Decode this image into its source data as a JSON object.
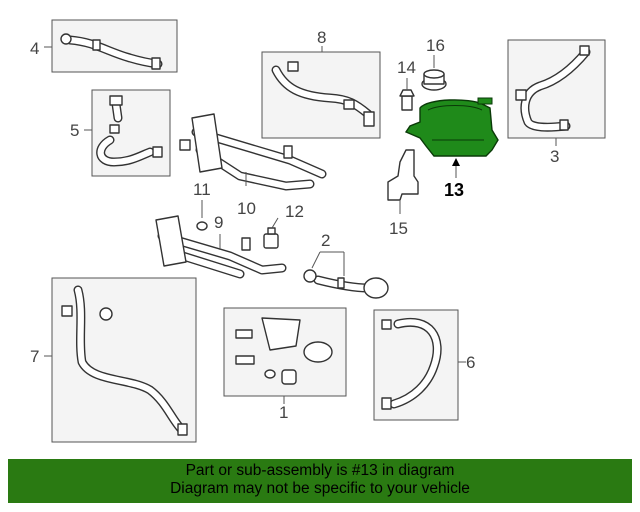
{
  "diagram": {
    "callouts": {
      "c1": "1",
      "c2": "2",
      "c3": "3",
      "c4": "4",
      "c5": "5",
      "c6": "6",
      "c7": "7",
      "c8": "8",
      "c9": "9",
      "c10": "10",
      "c11": "11",
      "c12": "12",
      "c13": "13",
      "c14": "14",
      "c15": "15",
      "c16": "16"
    },
    "highlight_part": "13",
    "highlight_color": "#1f8a1a"
  },
  "banner": {
    "line1": "Part or sub-assembly is #13 in diagram",
    "line2": "Diagram may not be specific to your vehicle",
    "background": "#2a7a12"
  }
}
